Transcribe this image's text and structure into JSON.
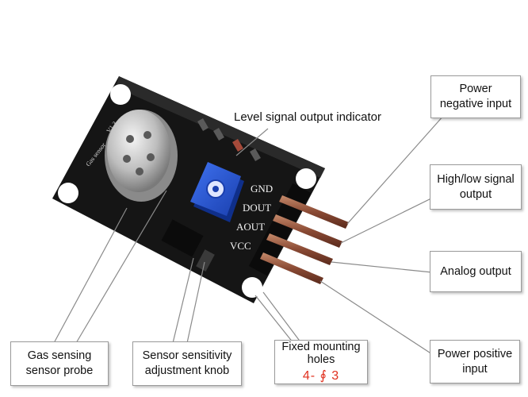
{
  "labels": {
    "level_indicator": "Level signal output indicator",
    "power_negative": "Power negative input",
    "high_low": "High/low signal output",
    "analog": "Analog output",
    "power_positive": "Power positive input",
    "gas_probe": "Gas sensing sensor probe",
    "sensitivity_knob": "Sensor sensitivity adjustment knob",
    "mounting_holes": "Fixed mounting holes",
    "mounting_spec": "4- ∮ 3"
  },
  "pins": [
    "GND",
    "DOUT",
    "AOUT",
    "VCC"
  ],
  "board_text": [
    "Gas sensor",
    "V1.3"
  ],
  "colors": {
    "board": "#151515",
    "potentiometer": "#1f4fd0",
    "leader_line": "#8a8a8a",
    "spec_text": "#e0301e"
  }
}
